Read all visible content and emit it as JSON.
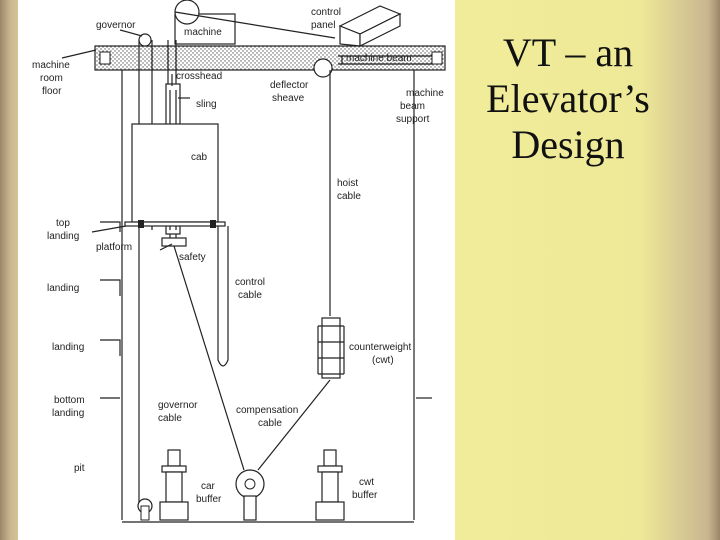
{
  "slide": {
    "title_line1": "VT – an",
    "title_line2": "Elevator’s",
    "title_line3": "Design"
  },
  "diagram": {
    "labels": {
      "governor": "governor",
      "machine": "machine",
      "control_panel_1": "control",
      "control_panel_2": "panel",
      "machine_room_floor_1": "machine",
      "machine_room_floor_2": "room",
      "machine_room_floor_3": "floor",
      "machine_beam": "machine beam",
      "crosshead": "crosshead",
      "deflector_sheave_1": "deflector",
      "deflector_sheave_2": "sheave",
      "sling": "sling",
      "machine_beam_support_1": "machine",
      "machine_beam_support_2": "beam",
      "machine_beam_support_3": "support",
      "cab": "cab",
      "hoist_cable_1": "hoist",
      "hoist_cable_2": "cable",
      "top_landing_1": "top",
      "top_landing_2": "landing",
      "platform": "platform",
      "safety": "safety",
      "landing_a": "landing",
      "control_cable_1": "control",
      "control_cable_2": "cable",
      "landing_b": "landing",
      "counterweight_1": "counterweight",
      "counterweight_2": "(cwt)",
      "bottom_landing_1": "bottom",
      "bottom_landing_2": "landing",
      "governor_cable_1": "governor",
      "governor_cable_2": "cable",
      "compensation_cable_1": "compensation",
      "compensation_cable_2": "cable",
      "pit": "pit",
      "car_buffer_1": "car",
      "car_buffer_2": "buffer",
      "cwt_buffer_1": "cwt",
      "cwt_buffer_2": "buffer"
    }
  }
}
